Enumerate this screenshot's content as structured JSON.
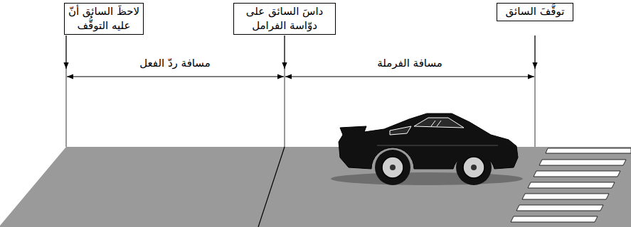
{
  "diagram": {
    "nodes": [
      {
        "text": [
          "لاحظَ السائق أنّ عليه التوقُّف"
        ]
      },
      {
        "text": [
          "داسَ السائق على دوّاسة الفرامل"
        ]
      },
      {
        "text": [
          "توقَّفَ السائق"
        ]
      }
    ],
    "labels": [
      "مسافة ردّ الفعل",
      "مسافة الفرملة"
    ]
  }
}
